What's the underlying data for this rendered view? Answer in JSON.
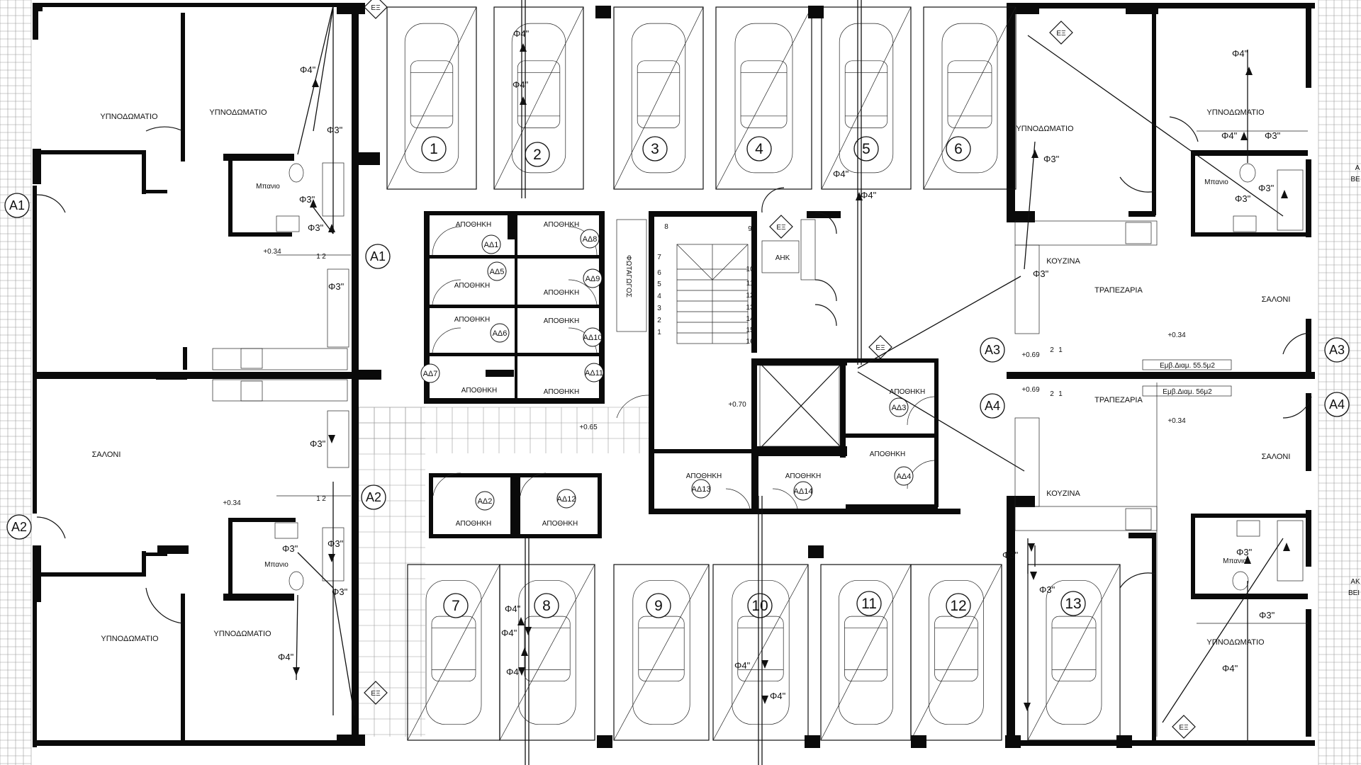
{
  "labels": {
    "bedroom": "ΥΠΝΟΔΩΜΑΤΙΟ",
    "living": "ΣΑΛΟΝΙ",
    "kitchen": "ΚΟΥΖΙΝΑ",
    "dining": "ΤΡΑΠΕΖΑΡΙΑ",
    "bath": "Μπανιο",
    "storage": "ΑΠΟΘΗΚΗ",
    "lightwell": "ΦΩΤΑΓΩΓΟΣ",
    "ahk": "ΑΗΚ",
    "ee": "ΕΞ"
  },
  "areas": {
    "a3": "Εμβ.Διαμ. 55.5μ2",
    "a4": "Εμβ.Διαμ. 56μ2"
  },
  "levels": [
    "+0.34",
    "+0.34",
    "+0.34",
    "+0.34",
    "+0.69",
    "+0.69",
    "+0.70",
    "+0.65"
  ],
  "axes": [
    "A1",
    "A1",
    "A2",
    "A2",
    "A3",
    "A3",
    "A4",
    "A4"
  ],
  "parking_spots": [
    "1",
    "2",
    "3",
    "4",
    "5",
    "6",
    "7",
    "8",
    "9",
    "10",
    "11",
    "12",
    "13"
  ],
  "storage_ids": [
    "ΑΔ1",
    "ΑΔ5",
    "ΑΔ6",
    "ΑΔ7",
    "ΑΔ8",
    "ΑΔ9",
    "ΑΔ10",
    "ΑΔ11",
    "ΑΔ2",
    "ΑΔ12",
    "ΑΔ13",
    "ΑΔ14",
    "ΑΔ3",
    "ΑΔ4"
  ],
  "stair_steps": [
    "8",
    "7",
    "6",
    "5",
    "4",
    "3",
    "2",
    "1",
    "9",
    "10",
    "11",
    "12",
    "13",
    "14",
    "15",
    "16"
  ],
  "pipes": {
    "d4": "Φ4\"",
    "d3": "Φ3\""
  },
  "step_marks": [
    "1",
    "2"
  ],
  "side_text": [
    "Α",
    "ΒΕ",
    "ΑΚ",
    "ΒΕΙ"
  ]
}
